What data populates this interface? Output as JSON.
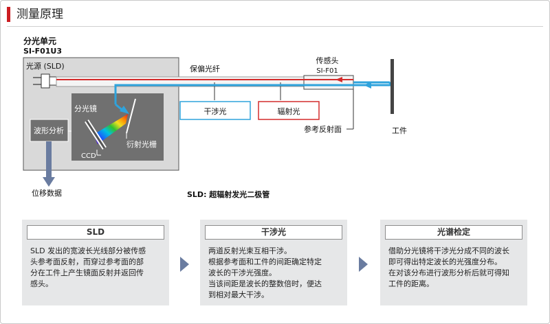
{
  "header": {
    "title": "测量原理"
  },
  "diagram": {
    "unit_name": "分光单元",
    "unit_model": "SI-F01U3",
    "light_source": "光源 (SLD)",
    "spectrometer": "分光镜",
    "grating": "衍射光栅",
    "ccd": "CCD",
    "waveform": "波形分析",
    "displacement": "位移数据",
    "fiber": "保偏光纤",
    "sensor_head": "传感头",
    "sensor_model": "SI-F01",
    "interference": "干涉光",
    "radiation": "辐射光",
    "ref_surface": "参考反射面",
    "workpiece": "工件",
    "sld_note": "SLD: 超辐射发光二极管",
    "colors": {
      "red": "#d42b2b",
      "blue": "#2fa3dc",
      "gray": "#9a9a9a",
      "arrow": "#6a7ca0"
    }
  },
  "panels": [
    {
      "title": "SLD",
      "lines": [
        "SLD 发出的宽波长光线部分被传感",
        "头参考面反射，而穿过参考面的部",
        "分在工件上产生镜面反射并返回传",
        "感头。"
      ]
    },
    {
      "title": "干涉光",
      "lines": [
        "两道反射光束互相干涉。",
        "根据参考面和工件的间距确定特定",
        "波长的干涉光强度。",
        "当该间距是波长的整数倍时，便达",
        "到相对最大干涉。"
      ]
    },
    {
      "title": "光谱检定",
      "lines": [
        "借助分光镜将干涉光分成不同的波长",
        "即可得出特定波长的光强度分布。",
        "在对该分布进行波形分析后就可得知",
        "工件的距离。"
      ]
    }
  ]
}
